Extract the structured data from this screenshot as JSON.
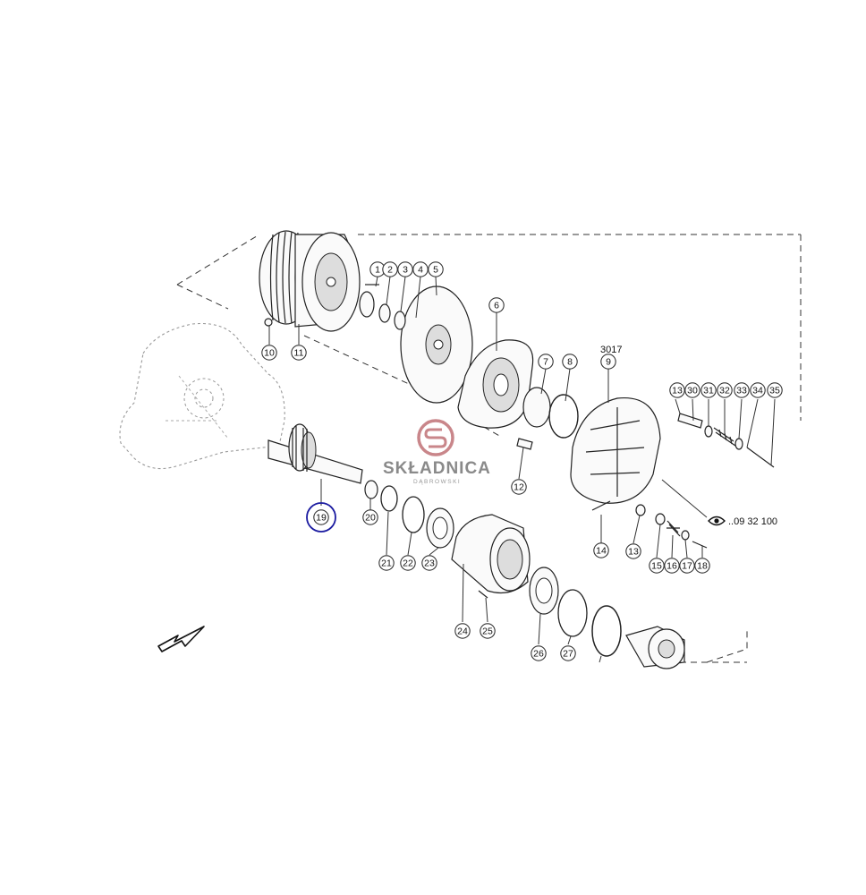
{
  "diagram": {
    "callouts": [
      {
        "id": "c1",
        "label": "1"
      },
      {
        "id": "c2",
        "label": "2"
      },
      {
        "id": "c3",
        "label": "3"
      },
      {
        "id": "c4",
        "label": "4"
      },
      {
        "id": "c5",
        "label": "5"
      },
      {
        "id": "c6",
        "label": "6"
      },
      {
        "id": "c7",
        "label": "7"
      },
      {
        "id": "c8",
        "label": "8"
      },
      {
        "id": "c9",
        "label": "9"
      },
      {
        "id": "c10",
        "label": "10"
      },
      {
        "id": "c11",
        "label": "11"
      },
      {
        "id": "c12",
        "label": "12"
      },
      {
        "id": "c13a",
        "label": "13"
      },
      {
        "id": "c13b",
        "label": "13"
      },
      {
        "id": "c14",
        "label": "14"
      },
      {
        "id": "c15",
        "label": "15"
      },
      {
        "id": "c16",
        "label": "16"
      },
      {
        "id": "c17",
        "label": "17"
      },
      {
        "id": "c18",
        "label": "18"
      },
      {
        "id": "c19",
        "label": "19"
      },
      {
        "id": "c20",
        "label": "20"
      },
      {
        "id": "c21",
        "label": "21"
      },
      {
        "id": "c22",
        "label": "22"
      },
      {
        "id": "c23",
        "label": "23"
      },
      {
        "id": "c24",
        "label": "24"
      },
      {
        "id": "c25",
        "label": "25"
      },
      {
        "id": "c26",
        "label": "26"
      },
      {
        "id": "c27",
        "label": "27"
      },
      {
        "id": "c30",
        "label": "30"
      },
      {
        "id": "c31",
        "label": "31"
      },
      {
        "id": "c32",
        "label": "32"
      },
      {
        "id": "c33",
        "label": "33"
      },
      {
        "id": "c34",
        "label": "34"
      },
      {
        "id": "c35",
        "label": "35"
      }
    ],
    "assembly_ref": "3017",
    "cross_reference": "..09 32 100",
    "highlight_color": "#1a1aa0",
    "highlighted_part": "19"
  },
  "watermark": {
    "brand": "SKŁADNICA",
    "sub": "DĄBROWSKI",
    "logo_color": "#c9868a"
  }
}
